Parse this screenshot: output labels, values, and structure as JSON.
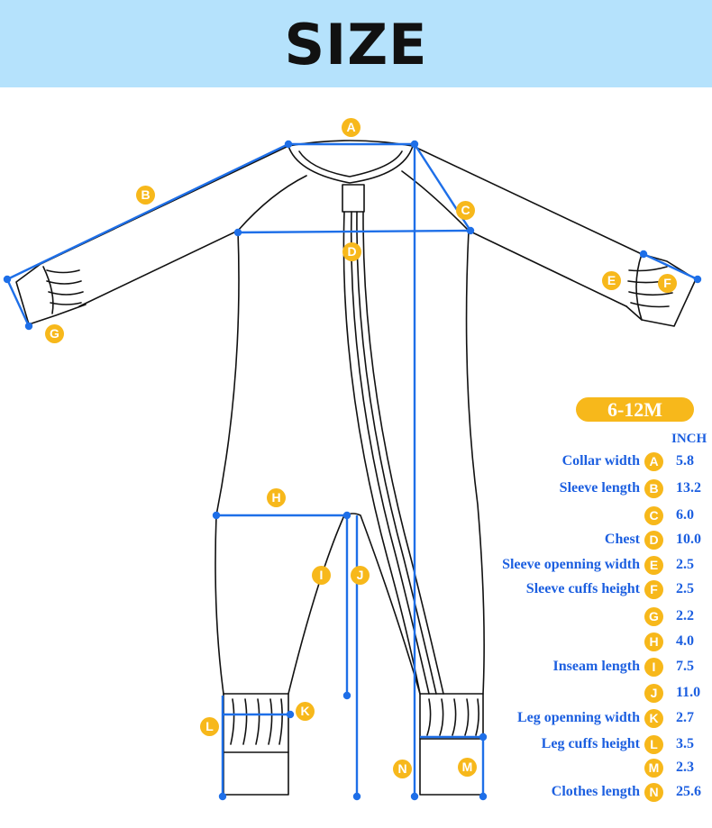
{
  "header": {
    "title": "SIZE"
  },
  "size_label": "6-12M",
  "unit_label": "INCH",
  "colors": {
    "header_bg": "#b5e2fc",
    "badge": "#f7b81b",
    "text_blue": "#1c5fe0",
    "line_blue": "#1e6fe8"
  },
  "measurements": [
    {
      "letter": "A",
      "label": "Collar width",
      "value": "5.8"
    },
    {
      "letter": "B",
      "label": "Sleeve length",
      "value": "13.2"
    },
    {
      "letter": "C",
      "label": "",
      "value": "6.0"
    },
    {
      "letter": "D",
      "label": "Chest",
      "value": "10.0"
    },
    {
      "letter": "E",
      "label": "Sleeve openning width",
      "value": "2.5"
    },
    {
      "letter": "F",
      "label": "Sleeve cuffs height",
      "value": "2.5"
    },
    {
      "letter": "G",
      "label": "",
      "value": "2.2"
    },
    {
      "letter": "H",
      "label": "",
      "value": "4.0"
    },
    {
      "letter": "I",
      "label": "Inseam length",
      "value": "7.5"
    },
    {
      "letter": "J",
      "label": "",
      "value": "11.0"
    },
    {
      "letter": "K",
      "label": "Leg openning width",
      "value": "2.7"
    },
    {
      "letter": "L",
      "label": "Leg cuffs height",
      "value": "3.5"
    },
    {
      "letter": "M",
      "label": "",
      "value": "2.3"
    },
    {
      "letter": "N",
      "label": "Clothes length",
      "value": "25.6"
    }
  ]
}
